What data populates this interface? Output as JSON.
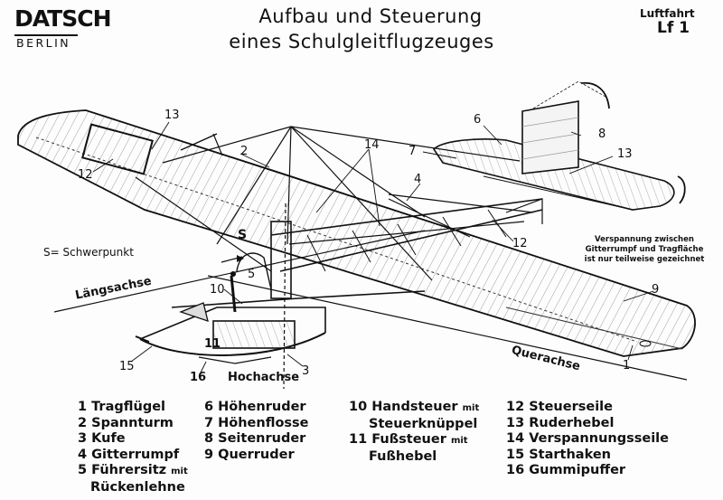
{
  "header": {
    "logo_top": "DATSCH",
    "logo_bottom": "BERLIN",
    "title_line1": "Aufbau und Steuerung",
    "title_line2": "eines Schulgleitflugzeuges",
    "badge_line1": "Luftfahrt",
    "badge_line2": "Lf 1"
  },
  "annotations": {
    "schwerpunkt": "S= Schwerpunkt",
    "laengsachse": "Längsachse",
    "querachse": "Querachse",
    "hochachse": "Hochachse",
    "s_label": "S",
    "note_line1": "Verspannung zwischen",
    "note_line2": "Gitterrumpf und Tragfläche",
    "note_line3": "ist nur teilweise gezeichnet"
  },
  "callouts": {
    "n1": "1",
    "n2": "2",
    "n3": "3",
    "n4": "4",
    "n5": "5",
    "n6": "6",
    "n7": "7",
    "n8": "8",
    "n9": "9",
    "n10": "10",
    "n11": "11",
    "n12a": "12",
    "n12b": "12",
    "n13a": "13",
    "n13b": "13",
    "n14": "14",
    "n15": "15",
    "n16": "16"
  },
  "legend": {
    "col1": [
      "1 Tragflügel",
      "2 Spannturm",
      "3 Kufe",
      "4 Gitterrumpf",
      "5 Führersitz",
      "Rückenlehne"
    ],
    "col1_small": "mit",
    "col2": [
      "6 Höhenruder",
      "7 Höhenflosse",
      "8 Seitenruder",
      "9 Querruder"
    ],
    "col3": [
      "10 Handsteuer",
      "Steuerknüppel",
      "11 Fußsteuer",
      "Fußhebel"
    ],
    "col3_small_a": "mit",
    "col3_small_b": "mit",
    "col4": [
      "12 Steuerseile",
      "13 Ruderhebel",
      "14 Verspannungsseile",
      "15 Starthaken",
      "16 Gummipuffer"
    ]
  }
}
